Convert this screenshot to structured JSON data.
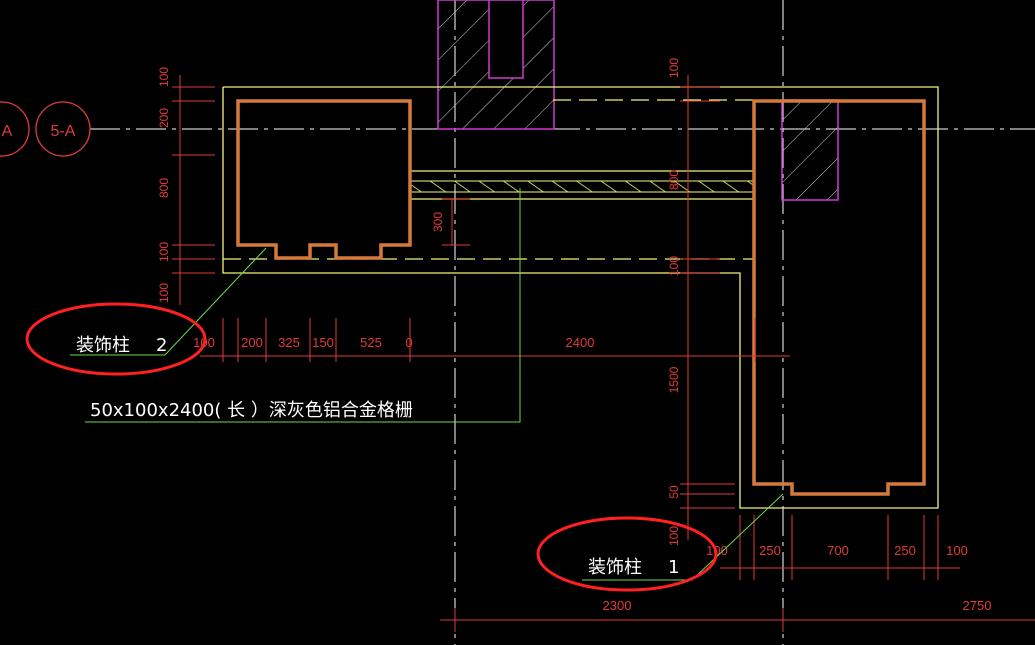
{
  "colors": {
    "background": "#000000",
    "wall_outline": "#f4f47a",
    "column_outline": "#d57a3a",
    "dimension": "#e23a3a",
    "centerline": "#ffffff",
    "leader": "#6fd94a",
    "concrete_outline": "#d03ad0",
    "grating_hatch": "#f4f47a",
    "highlight_circle": "#ff2020"
  },
  "axis_markers": [
    {
      "label": "A"
    },
    {
      "label": "5-A"
    }
  ],
  "annotations": {
    "column_2": {
      "label": "装饰柱",
      "number": "2"
    },
    "column_1": {
      "label": "装饰柱",
      "number": "1"
    },
    "grating_note": "50x100x2400(   长 ）深灰色铝合金格栅"
  },
  "left_vertical_dims": [
    "100",
    "200",
    "800",
    "100",
    "100"
  ],
  "mid_vertical_dims": [
    "100",
    "800",
    "100",
    "1500",
    "50",
    "100"
  ],
  "opening_dim": "300",
  "horizontal_dims_top": [
    "100",
    "200",
    "325",
    "150",
    "525",
    "0",
    "2400"
  ],
  "horizontal_dims_bottom_right": [
    "100",
    "250",
    "700",
    "250",
    "100"
  ],
  "overall_dims": [
    "2300",
    "2750"
  ]
}
